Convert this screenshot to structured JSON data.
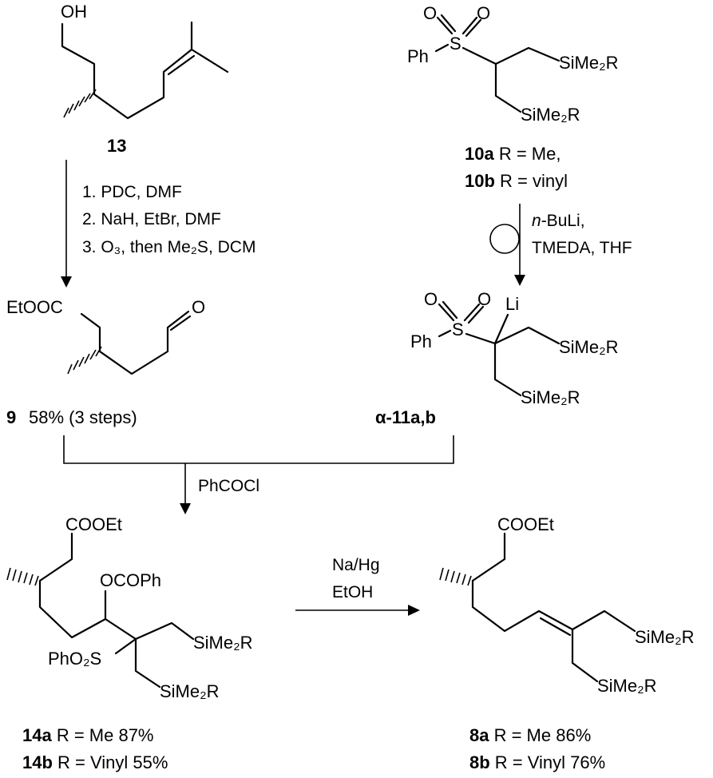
{
  "compounds": {
    "c13": {
      "number": "13",
      "oh": "OH"
    },
    "c10": {
      "ph": "Ph",
      "s": "S",
      "o1": "O",
      "o2": "O",
      "si_top": "SiMe₂R",
      "si_bottom": "SiMe₂R",
      "label_a_num": "10a",
      "label_a_text": " R = Me,",
      "label_b_num": "10b",
      "label_b_text": " R = vinyl"
    },
    "c11": {
      "ph": "Ph",
      "s": "S",
      "o1": "O",
      "o2": "O",
      "li": "Li",
      "si_top": "SiMe₂R",
      "si_bottom": "SiMe₂R",
      "label": "α-11a,b"
    },
    "c9": {
      "esteroxy": "EtOOC",
      "o_ald": "O",
      "number": "9",
      "yield": "58% (3 steps)"
    },
    "c14": {
      "coo": "COOEt",
      "ocoph": "OCOPh",
      "pho2s": "PhO₂S",
      "si_right": "SiMe₂R",
      "si_bottom": "SiMe₂R",
      "label_a_num": "14a",
      "label_a_text": " R = Me  87%",
      "label_b_num": "14b",
      "label_b_text": " R = Vinyl  55%"
    },
    "c8": {
      "coo": "COOEt",
      "si_right": "SiMe₂R",
      "si_bottom": "SiMe₂R",
      "label_a_num": "8a",
      "label_a_text": " R = Me  86%",
      "label_b_num": "8b",
      "label_b_text": " R = Vinyl  76%"
    }
  },
  "conditions": {
    "step1": [
      "1. PDC, DMF",
      "2. NaH, EtBr, DMF",
      "3. O₃, then Me₂S, DCM"
    ],
    "step2_line1_italic": "n",
    "step2_line1_rest": "-BuLi,",
    "step2_line2": "TMEDA, THF",
    "step3": "PhCOCl",
    "step4": [
      "Na/Hg",
      "EtOH"
    ]
  }
}
